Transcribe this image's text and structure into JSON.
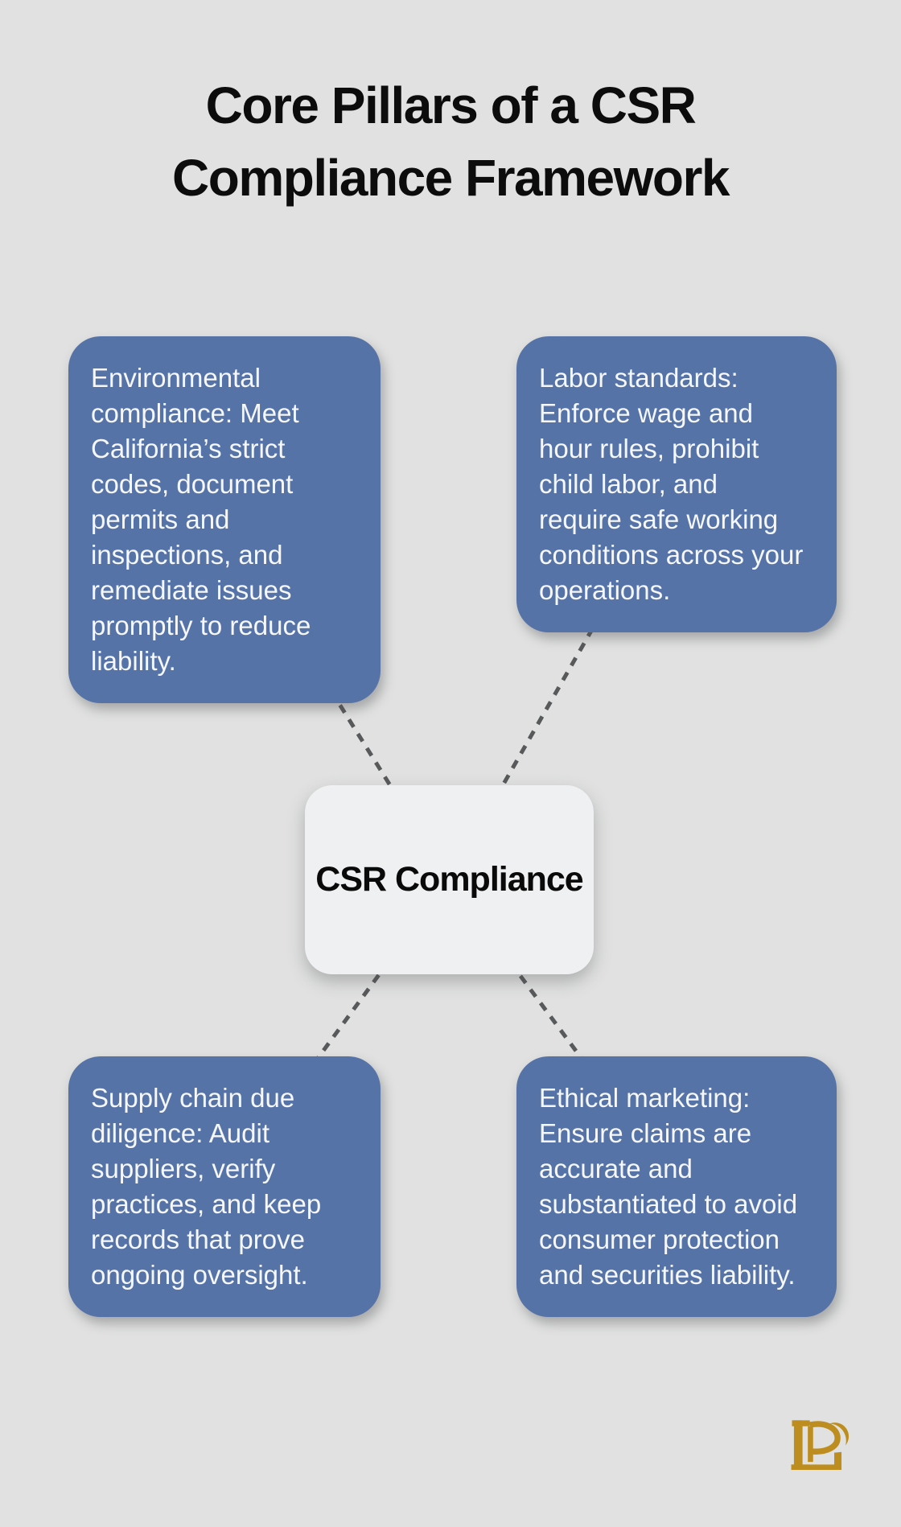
{
  "title": {
    "text": "Core Pillars of a CSR\nCompliance Framework"
  },
  "center": {
    "label": "CSR Compliance"
  },
  "nodes": [
    {
      "id": "environmental-compliance",
      "text": "Environmental\ncompliance: Meet\nCalifornia’s strict\ncodes, document\npermits and\ninspections, and\nremediate issues\npromptly to reduce\nliability."
    },
    {
      "id": "labor-standards",
      "text": "Labor standards:\nEnforce wage and\nhour rules, prohibit\nchild labor, and\nrequire safe working\nconditions across your\noperations."
    },
    {
      "id": "supply-chain-due-diligence",
      "text": "Supply chain due\ndiligence: Audit\nsuppliers, verify\npractices, and keep\nrecords that prove\nongoing oversight."
    },
    {
      "id": "ethical-marketing",
      "text": "Ethical marketing:\nEnsure claims are\naccurate and\nsubstantiated to avoid\nconsumer protection\nand securities liability."
    }
  ],
  "colors": {
    "background": "#e0e1e0",
    "node_fill": "#5673a8",
    "node_text": "#f5f7fa",
    "center_fill": "#eef0f2",
    "center_text": "#0a0a0a",
    "title_text": "#0c0c0d",
    "connector": "#58595b",
    "logo_gold": "#bd8e1f"
  },
  "logo": {
    "name": "PL monogram"
  }
}
